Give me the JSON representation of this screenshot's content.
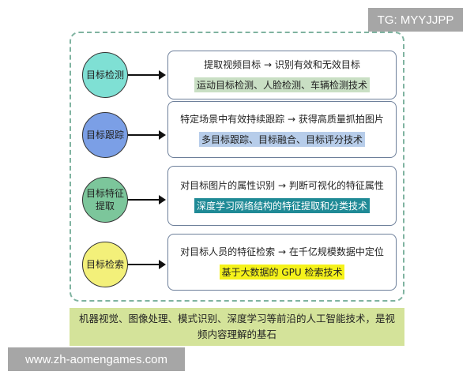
{
  "diagram": {
    "rows": [
      {
        "node": "目标检测",
        "node_color": "#7fe0d4",
        "description": "提取视频目标 → 识别有效和无效目标",
        "technique": "运动目标检测、人脸检测、车辆检测技术",
        "technique_bg": "#c9dfc4",
        "technique_fg": "#222222"
      },
      {
        "node": "目标跟踪",
        "node_color": "#7b9fe6",
        "description": "特定场景中有效持续跟踪 → 获得高质量抓拍图片",
        "technique": "多目标跟踪、目标融合、目标评分技术",
        "technique_bg": "#b7cdea",
        "technique_fg": "#222222"
      },
      {
        "node_line1": "目标特征",
        "node_line2": "提取",
        "node_color": "#7cc69b",
        "description": "对目标图片的属性识别 → 判断可视化的特征属性",
        "technique": "深度学习网络结构的特征提取和分类技术",
        "technique_bg": "#1f8a96",
        "technique_fg": "#ffffff"
      },
      {
        "node": "目标检索",
        "node_color": "#f3f07a",
        "description": "对目标人员的特征检索 → 在千亿规模数据中定位",
        "technique": "基于大数据的 GPU 检索技术",
        "technique_bg": "#f5f21a",
        "technique_fg": "#222222"
      }
    ],
    "summary": "机器视觉、图像处理、模式识别、深度学习等前沿的人工智能技术，是视频内容理解的基石",
    "summary_bg": "#d4e39a",
    "frame_border_color": "#7fb3a0"
  },
  "watermarks": {
    "top_right": "TG: MYYJJPP",
    "bottom_left": "www.zh-aomengames.com"
  }
}
